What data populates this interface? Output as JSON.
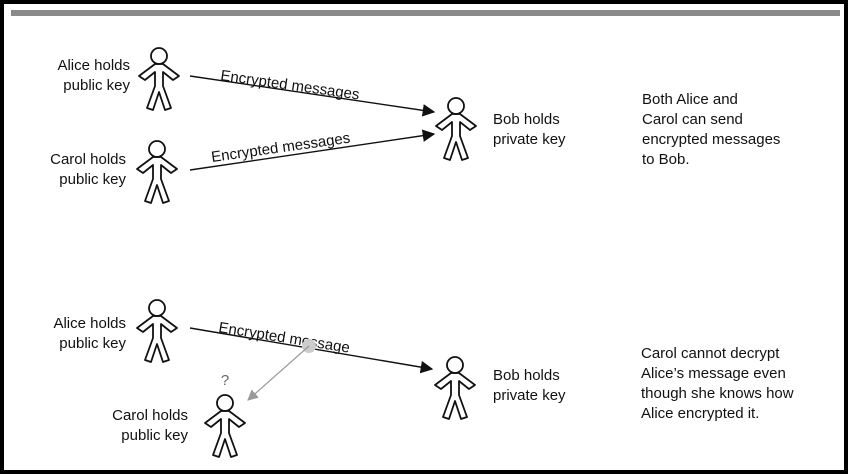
{
  "scene_top": {
    "alice": {
      "line1": "Alice holds",
      "line2": "public key"
    },
    "carol": {
      "line1": "Carol holds",
      "line2": "public key"
    },
    "bob": {
      "line1": "Bob holds",
      "line2": "private key"
    },
    "arrow1_label": "Encrypted messages",
    "arrow2_label": "Encrypted messages",
    "note": [
      "Both Alice and",
      "Carol can send",
      "encrypted messages",
      "to Bob."
    ]
  },
  "scene_bottom": {
    "alice": {
      "line1": "Alice holds",
      "line2": "public key"
    },
    "carol": {
      "line1": "Carol holds",
      "line2": "public key"
    },
    "bob": {
      "line1": "Bob holds",
      "line2": "private key"
    },
    "arrow_label": "Encrypted message",
    "question_mark": "?",
    "note": [
      "Carol cannot decrypt",
      "Alice’s message even",
      "though she knows how",
      "Alice encrypted it."
    ]
  },
  "colors": {
    "line": "#111111",
    "gray_arrow": "#999999",
    "intercept_dot": "#cccccc"
  }
}
